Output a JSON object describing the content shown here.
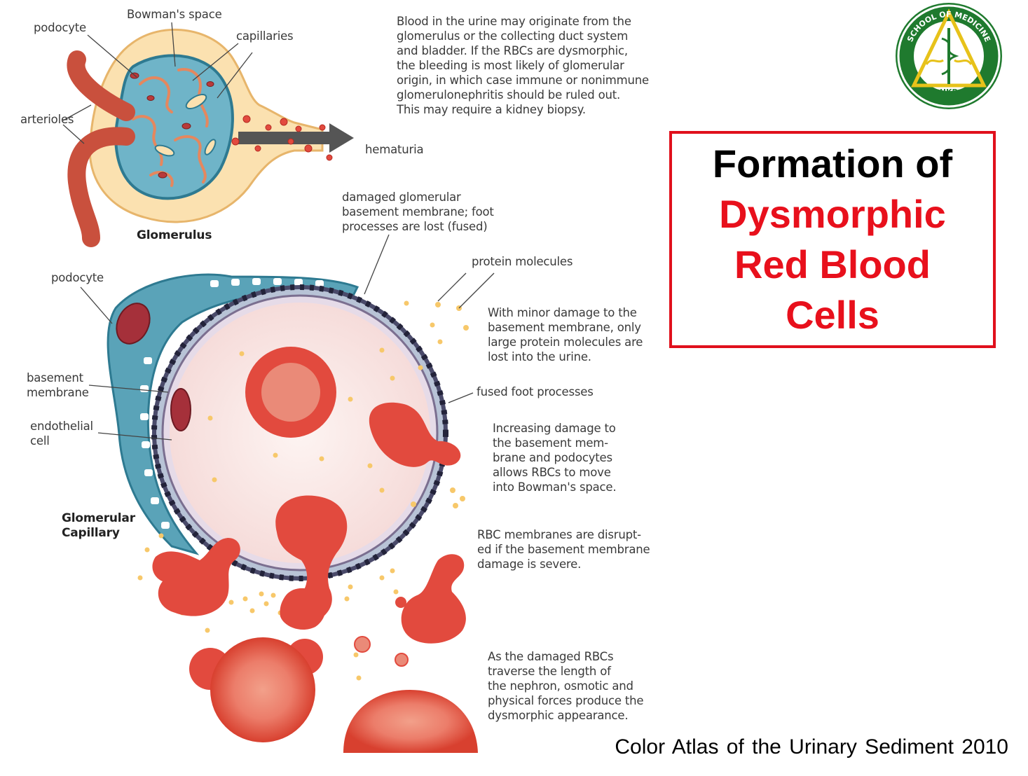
{
  "title": {
    "line1": "Formation of",
    "line2": "Dysmorphic",
    "line3": "Red Blood",
    "line4": "Cells"
  },
  "source": "Color Atlas of the Urinary Sediment 2010",
  "logo": {
    "text_top": "SCHOOL OF MEDICINE",
    "text_bottom": "UKB",
    "ring_color": "#1f7a2e",
    "gold_color": "#e7c21a"
  },
  "colors": {
    "rbc": "#e24a3e",
    "capillary_teal": "#3d8fa6",
    "bowman_yellow": "#fbe1b0",
    "title_red": "#e8101c",
    "protein_dot": "#f7c86a"
  },
  "labels": {
    "bowmans_space": "Bowman's space",
    "podocyte_top": "podocyte",
    "capillaries": "capillaries",
    "arterioles": "arterioles",
    "hematuria": "hematuria",
    "glomerulus": "Glomerulus",
    "damaged_gbm": "damaged glomerular\nbasement membrane; foot\nprocesses are lost (fused)",
    "protein_molecules": "protein molecules",
    "podocyte_bottom": "podocyte",
    "basement_membrane": "basement\nmembrane",
    "endothelial_cell": "endothelial\ncell",
    "glomerular_capillary": "Glomerular\nCapillary",
    "fused_foot": "fused foot processes"
  },
  "paragraphs": {
    "intro": "Blood in the urine may originate from the\nglomerulus or the collecting duct system\nand bladder. If the RBCs are dysmorphic,\nthe bleeding is most likely of glomerular\norigin, in which case immune or nonimmune\nglomerulonephritis should be ruled out.\nThis may require a kidney biopsy.",
    "minor_damage": "With minor damage to the\nbasement membrane, only\nlarge protein molecules are\nlost into the urine.",
    "increasing_damage": "Increasing damage to\nthe basement mem-\nbrane and podocytes\nallows RBCs to move\ninto Bowman's space.",
    "membranes_disrupted": "RBC membranes are disrupt-\ned if the basement membrane\ndamage is severe.",
    "traverse": "As the damaged RBCs\ntraverse the length of\nthe nephron, osmotic and\nphysical forces produce the\ndysmorphic appearance."
  }
}
